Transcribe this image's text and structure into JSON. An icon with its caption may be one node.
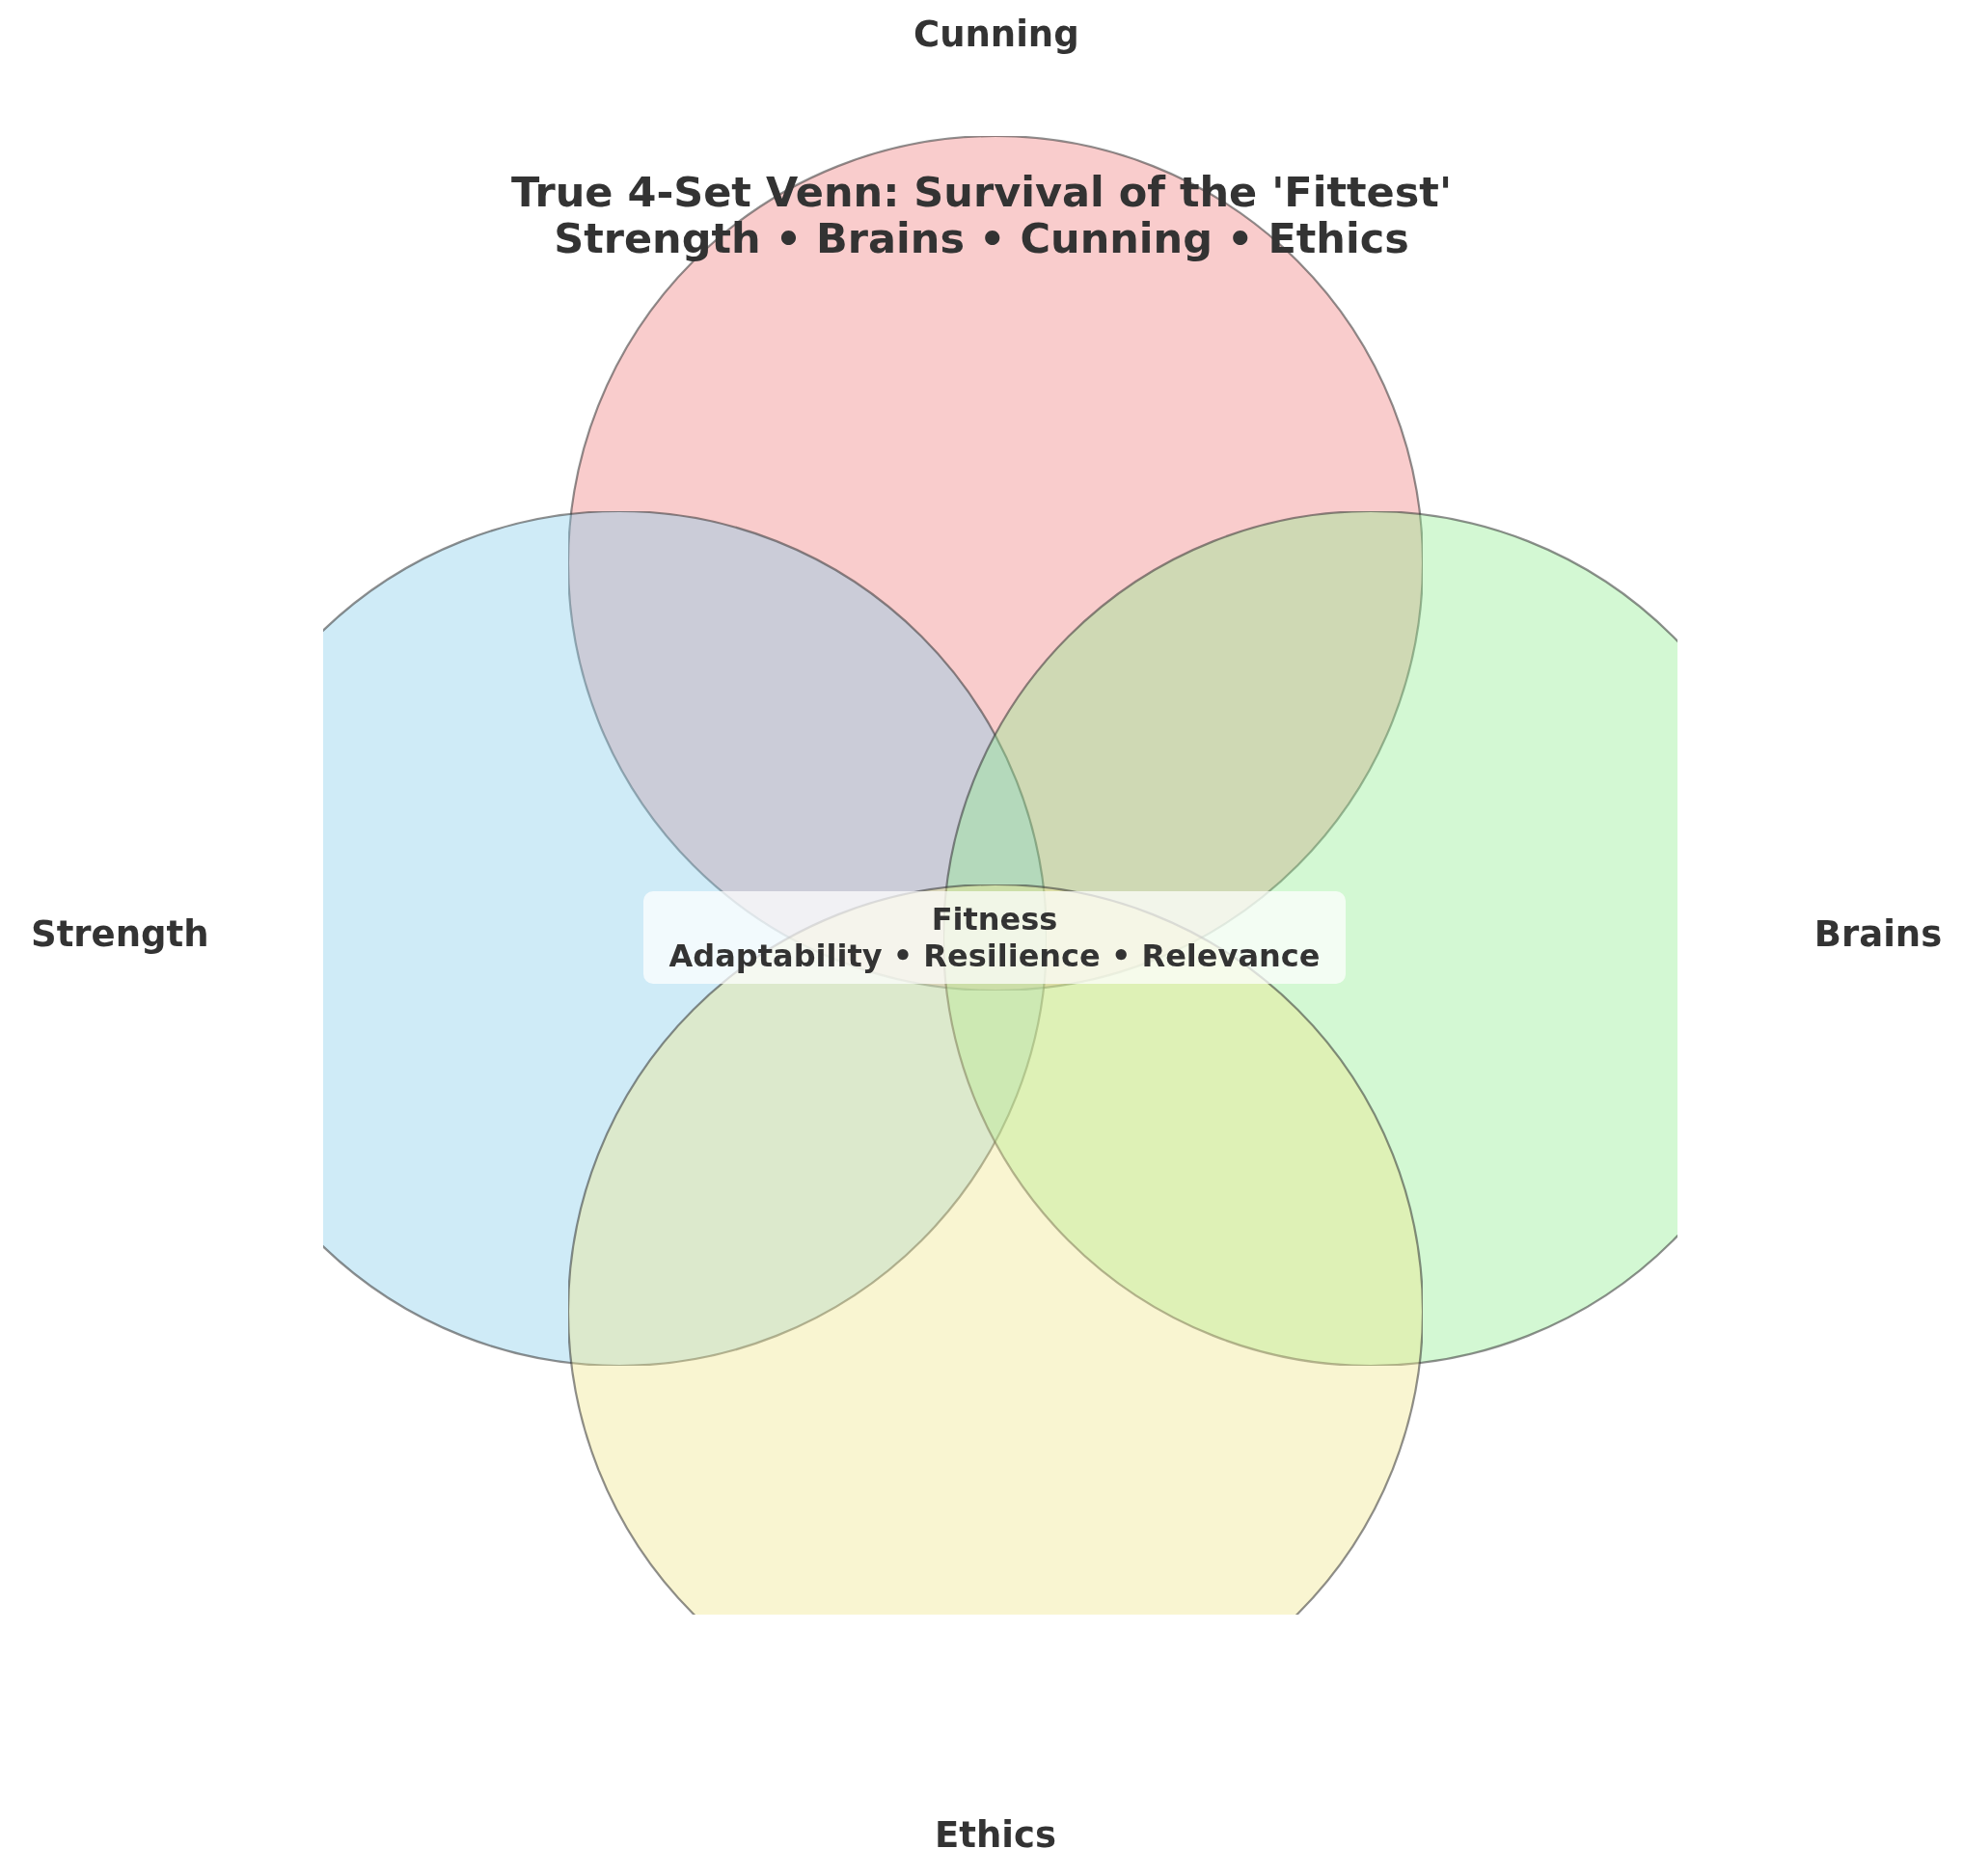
{
  "diagram": {
    "title": "True 4-Set Venn: Survival of the 'Fittest'",
    "nodes": [
      {
        "text": [
          "Cunning"
        ]
      },
      {
        "text": [
          "Strength"
        ]
      },
      {
        "text": [
          "Brains"
        ]
      },
      {
        "text": [
          "Ethics"
        ]
      },
      {
        "text": [
          "Fitness",
          "Adaptability • Resilience • Relevance"
        ]
      }
    ],
    "labels": [
      "Strength • Brains • Cunning • Ethics"
    ]
  }
}
